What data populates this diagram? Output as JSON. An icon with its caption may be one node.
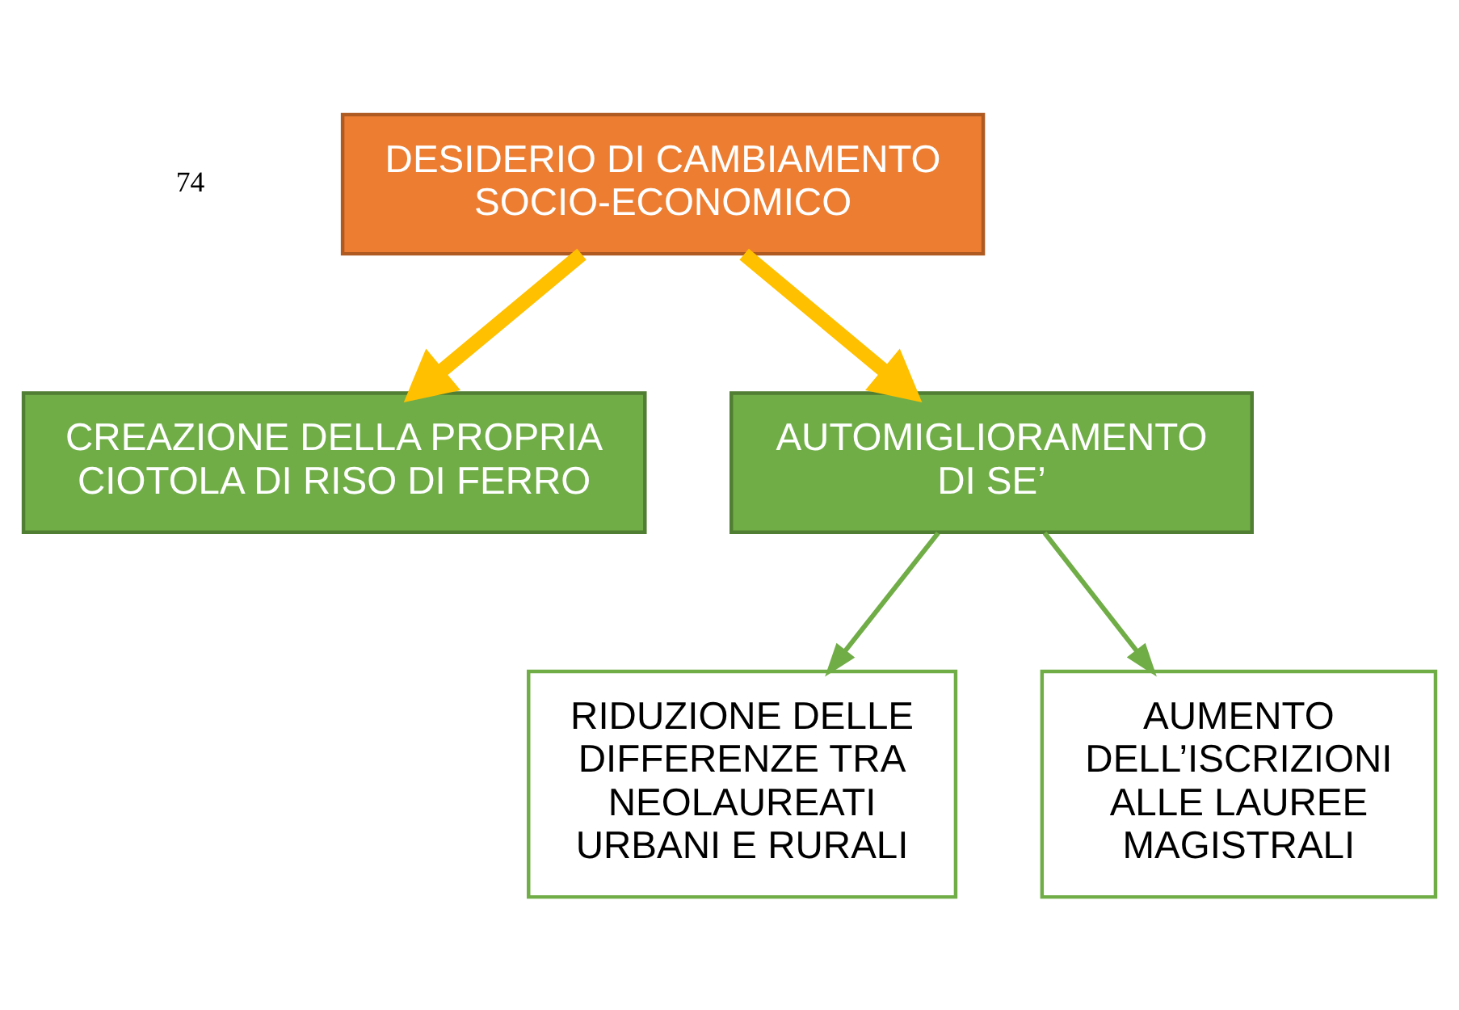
{
  "diagram": {
    "nodes": [
      {
        "text": [
          "DESIDERIO DI CAMBIAMENTO SOCIO-ECONOMICO"
        ]
      },
      {
        "text": [
          "CREAZIONE DELLA PROPRIA CIOTOLA DI RISO DI FERRO"
        ]
      },
      {
        "text": [
          "AUTOMIGLIORAMENTO DI SE’"
        ]
      },
      {
        "text": [
          "RIDUZIONE DELLE DIFFERENZE TRA NEOLAUREATI URBANI E RURALI"
        ]
      },
      {
        "text": [
          "AUMENTO DELL’ISCRIZIONI ALLE LAUREE MAGISTRALI"
        ]
      }
    ],
    "edges": [
      {
        "from": 0,
        "to": 1,
        "arrow": "to",
        "style": "thick",
        "color": "#ffc000"
      },
      {
        "from": 0,
        "to": 2,
        "arrow": "to",
        "style": "thick",
        "color": "#ffc000"
      },
      {
        "from": 2,
        "to": 3,
        "arrow": "to",
        "color": "#70ad47"
      },
      {
        "from": 2,
        "to": 4,
        "arrow": "to",
        "color": "#70ad47"
      }
    ],
    "labels": [
      "74"
    ]
  }
}
